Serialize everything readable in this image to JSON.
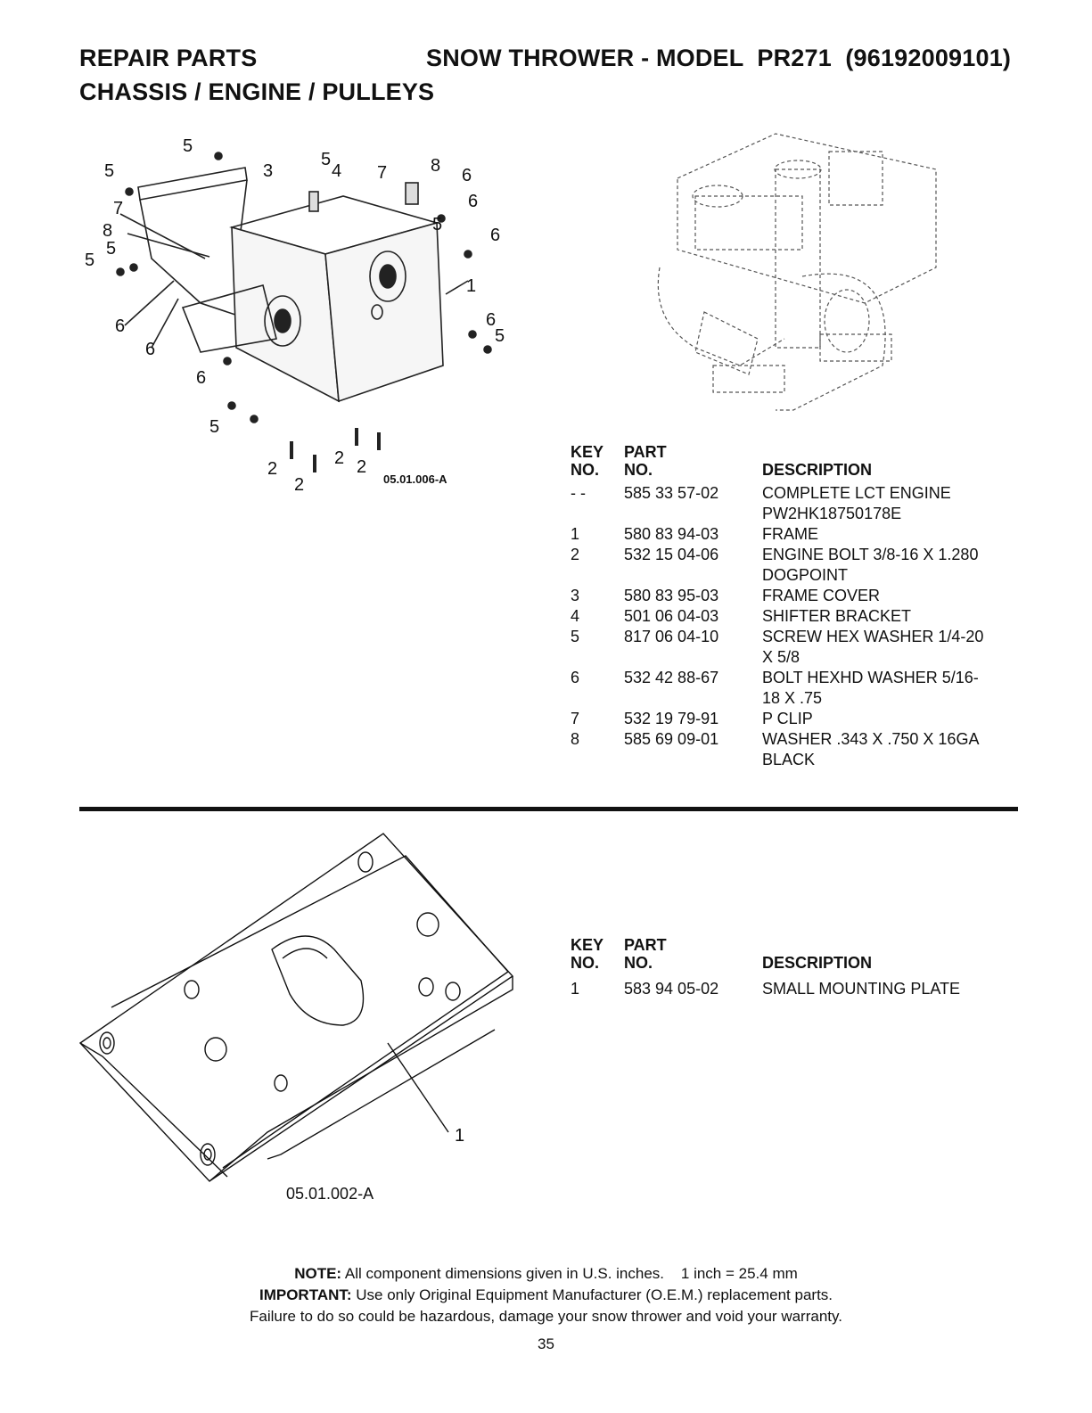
{
  "header": {
    "left_title": "REPAIR PARTS",
    "right_title": "SNOW THROWER - MODEL  PR271  (96192009101)",
    "subtitle": "CHASSIS / ENGINE / PULLEYS"
  },
  "figure1": {
    "code": "05.01.006-A",
    "callouts": [
      "5",
      "5",
      "3",
      "5",
      "4",
      "7",
      "8",
      "6",
      "6",
      "5",
      "6",
      "7",
      "8",
      "5",
      "5",
      "1",
      "6",
      "6",
      "5",
      "6",
      "6",
      "5",
      "2",
      "2",
      "2",
      "2"
    ]
  },
  "table1": {
    "headers": {
      "key_a": "KEY",
      "key_b": "NO.",
      "part_a": "PART",
      "part_b": "NO.",
      "desc": "DESCRIPTION"
    },
    "rows": [
      {
        "key": "- -",
        "part": "585 33 57-02",
        "desc": [
          "COMPLETE LCT ENGINE",
          "PW2HK18750178E"
        ]
      },
      {
        "key": "1",
        "part": "580 83 94-03",
        "desc": [
          "FRAME"
        ]
      },
      {
        "key": "2",
        "part": "532 15 04-06",
        "desc": [
          "ENGINE BOLT 3/8-16 X 1.280",
          "DOGPOINT"
        ]
      },
      {
        "key": "3",
        "part": "580 83 95-03",
        "desc": [
          "FRAME COVER"
        ]
      },
      {
        "key": "4",
        "part": "501 06 04-03",
        "desc": [
          "SHIFTER BRACKET"
        ]
      },
      {
        "key": "5",
        "part": "817 06 04-10",
        "desc": [
          "SCREW HEX WASHER 1/4-20",
          "X 5/8"
        ]
      },
      {
        "key": "6",
        "part": "532 42 88-67",
        "desc": [
          "BOLT HEXHD WASHER 5/16-",
          "18 X .75"
        ]
      },
      {
        "key": "7",
        "part": "532 19 79-91",
        "desc": [
          "P CLIP"
        ]
      },
      {
        "key": "8",
        "part": "585 69 09-01",
        "desc": [
          "WASHER .343 X .750 X 16GA",
          "BLACK"
        ]
      }
    ]
  },
  "figure2": {
    "code": "05.01.002-A",
    "callout": "1"
  },
  "table2": {
    "headers": {
      "key_a": "KEY",
      "key_b": "NO.",
      "part_a": "PART",
      "part_b": "NO.",
      "desc": "DESCRIPTION"
    },
    "rows": [
      {
        "key": "1",
        "part": "583 94 05-02",
        "desc": [
          "SMALL MOUNTING PLATE"
        ]
      }
    ]
  },
  "footer": {
    "note_label": "NOTE:",
    "note_text": " All component dimensions given in U.S. inches.    1 inch = 25.4 mm",
    "important_label": "IMPORTANT:",
    "important_text": " Use only Original Equipment Manufacturer (O.E.M.) replacement parts.",
    "warning": "Failure to do so could be hazardous, damage your snow thrower and void your warranty.",
    "page_number": "35"
  }
}
